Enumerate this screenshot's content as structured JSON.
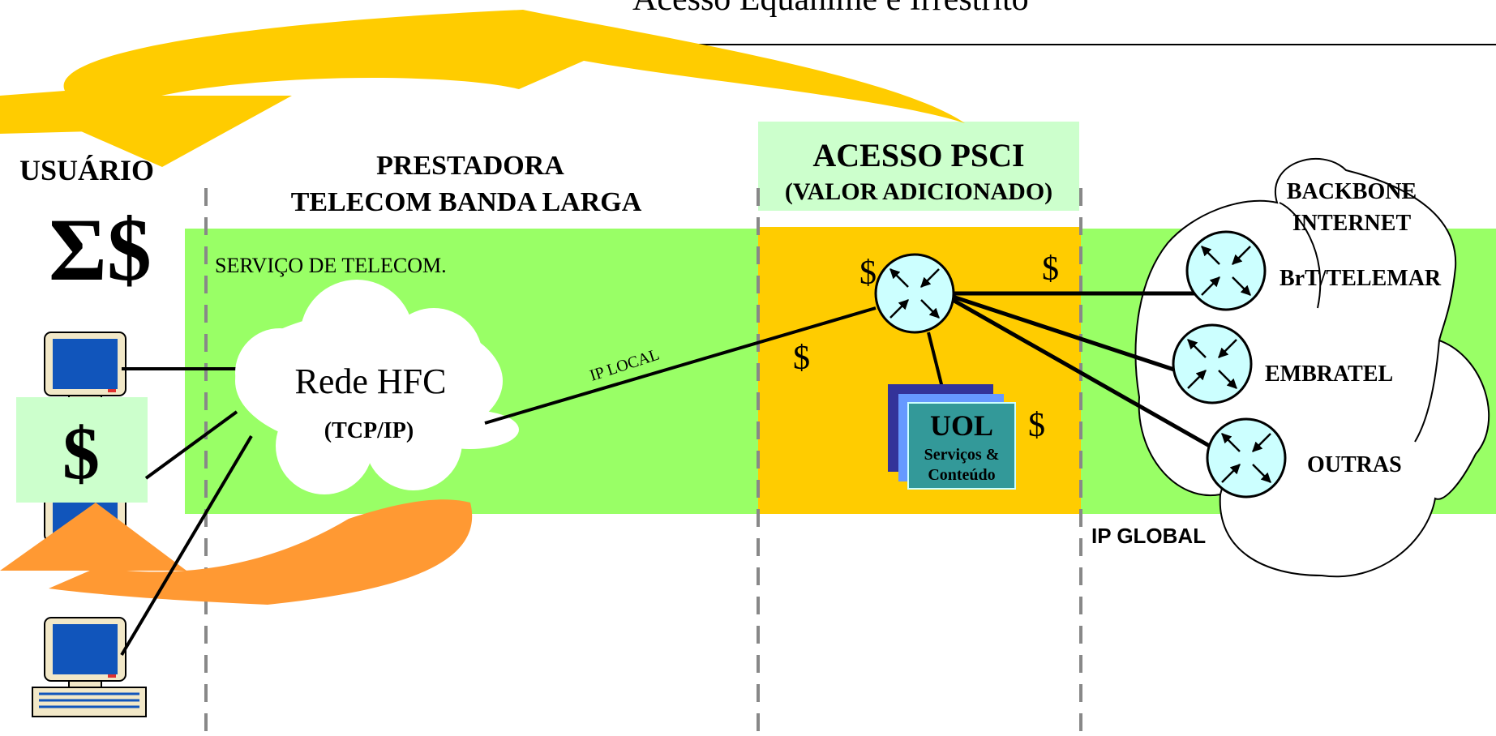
{
  "title": "Acesso Equânime e Irrestrito",
  "columns": {
    "usuario": "USUÁRIO",
    "prestadora_line1": "PRESTADORA",
    "prestadora_line2": "TELECOM BANDA LARGA",
    "psci_line1": "ACESSO PSCI",
    "psci_line2": "(VALOR ADICIONADO)"
  },
  "symbols": {
    "sigma_dollar": "Σ$",
    "dollar": "$"
  },
  "band": {
    "service_label": "SERVIÇO DE TELECOM."
  },
  "network": {
    "hfc_label": "Rede HFC",
    "hfc_protocol": "(TCP/IP)",
    "ip_local": "IP LOCAL",
    "ip_global": "IP GLOBAL"
  },
  "uol": {
    "title": "UOL",
    "subtitle_line1": "Serviços &",
    "subtitle_line2": "Conteúdo"
  },
  "backbone": {
    "title_line1": "BACKBONE",
    "title_line2": "INTERNET",
    "providers": [
      "BrT/TELEMAR",
      "EMBRATEL",
      "OUTRAS"
    ]
  },
  "colors": {
    "band_green": "#99ff66",
    "psci_orange": "#ffcc00",
    "psci_header_bg": "#ccffcc",
    "router_fill": "#ccffff",
    "top_arrow": "#ffcc00",
    "bottom_arrow": "#ff9933",
    "uol_fill": "#339999"
  },
  "icons": [
    "desktop-computer-icon",
    "router-icon",
    "server-stack-icon",
    "cloud-icon",
    "curved-arrow-icon"
  ]
}
